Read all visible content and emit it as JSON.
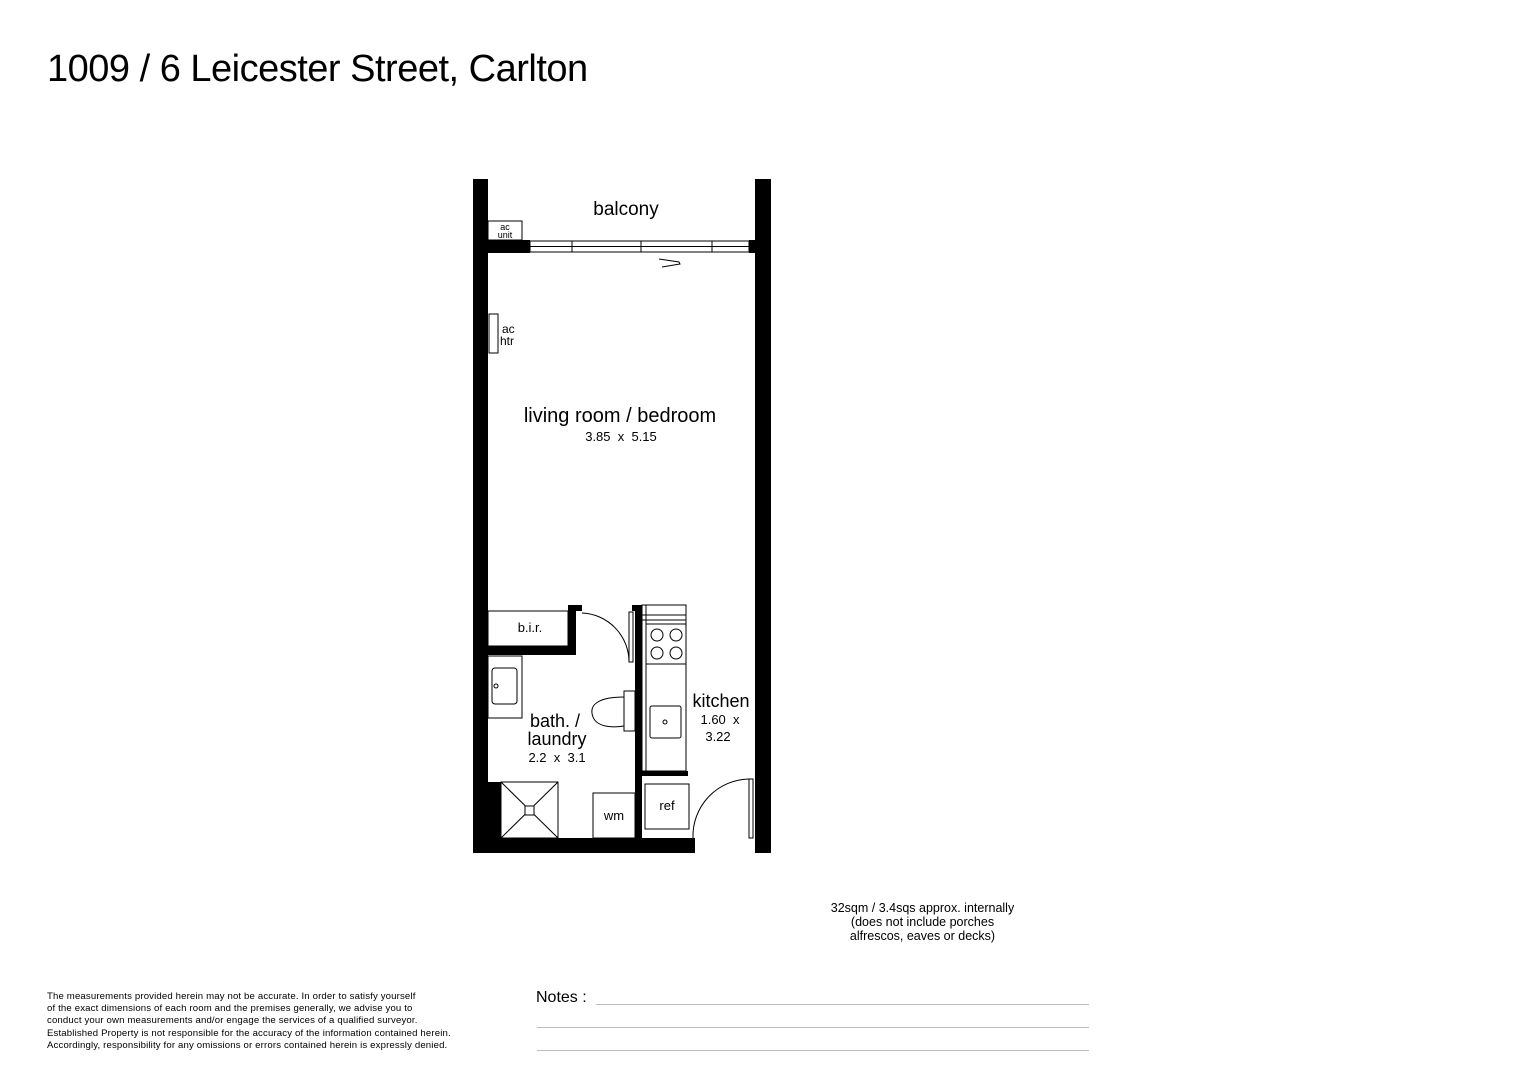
{
  "title": "1009 / 6 Leicester Street, Carlton",
  "rooms": {
    "balcony": {
      "name": "balcony"
    },
    "ac_unit": {
      "line1": "ac",
      "line2": "unit"
    },
    "ac_heater": {
      "line1": "ac",
      "line2": "htr"
    },
    "living": {
      "name": "living room / bedroom",
      "dimensions": "3.85  x  5.15"
    },
    "bir": {
      "name": "b.i.r."
    },
    "bath": {
      "name_line1": "bath. /",
      "name_line2": "laundry",
      "dimensions": "2.2  x  3.1"
    },
    "kitchen": {
      "name": "kitchen",
      "dim_line1": "1.60  x",
      "dim_line2": "3.22"
    },
    "fridge": {
      "name": "ref"
    },
    "washing_machine": {
      "name": "wm"
    }
  },
  "area": {
    "line1": "32sqm / 3.4sqs approx. internally",
    "line2": "(does not include porches",
    "line3": "alfrescos, eaves or decks)"
  },
  "disclaimer": [
    "The measurements provided herein may not be accurate. In order to satisfy yourself",
    "of the exact dimensions of each room and the premises generally, we advise you to",
    "conduct your own measurements and/or engage the services of a qualified surveyor.",
    "Established Property is not responsible for the accuracy of the information contained herein.",
    "Accordingly, responsibility for any omissions or errors contained herein is expressly denied."
  ],
  "notes": {
    "label": "Notes :"
  }
}
